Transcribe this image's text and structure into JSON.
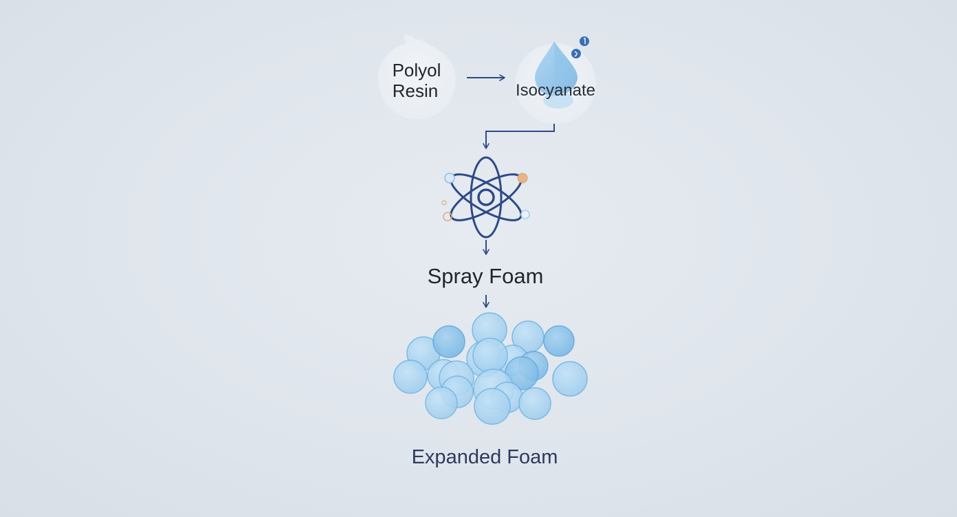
{
  "diagram": {
    "nodes": {
      "polyol": {
        "line1": "Polyol",
        "line2": "Resin",
        "icon": "flame-circle-icon"
      },
      "isocyanate": {
        "label": "Isocyanate",
        "icon": "droplet-icon"
      },
      "reaction": {
        "icon": "atom-icon"
      },
      "spray_foam": {
        "label": "Spray Foam"
      },
      "expanded_foam": {
        "label": "Expanded Foam",
        "icon": "bubble-cluster-icon"
      }
    },
    "colors": {
      "arrow": "#2e4a86",
      "text_dark": "#22262c",
      "text_navy": "#2e3a5e",
      "bubble_fill": "#a8d4f0",
      "bubble_stroke": "#6fb4e4",
      "accent_orange": "#e2a878"
    }
  }
}
